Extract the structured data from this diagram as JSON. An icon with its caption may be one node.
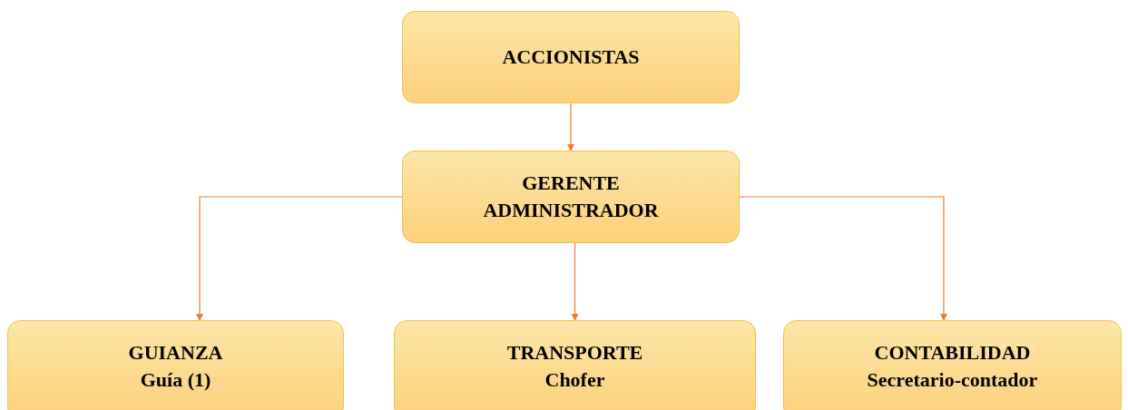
{
  "diagram": {
    "nodes": [
      {
        "text": [
          "ACCIONISTAS"
        ]
      },
      {
        "text": [
          "GERENTE ADMINISTRADOR"
        ]
      },
      {
        "text": [
          "GUIANZA",
          "Guía (1)"
        ]
      },
      {
        "text": [
          "TRANSPORTE",
          "Chofer"
        ]
      },
      {
        "text": [
          "CONTABILIDAD",
          "Secretario-contador"
        ]
      }
    ],
    "edges": [
      {
        "from": 0,
        "to": 1,
        "arrow": "to"
      },
      {
        "from": 1,
        "to": 2,
        "arrow": "to"
      },
      {
        "from": 1,
        "to": 3,
        "arrow": "to"
      },
      {
        "from": 1,
        "to": 4,
        "arrow": "to"
      }
    ]
  }
}
